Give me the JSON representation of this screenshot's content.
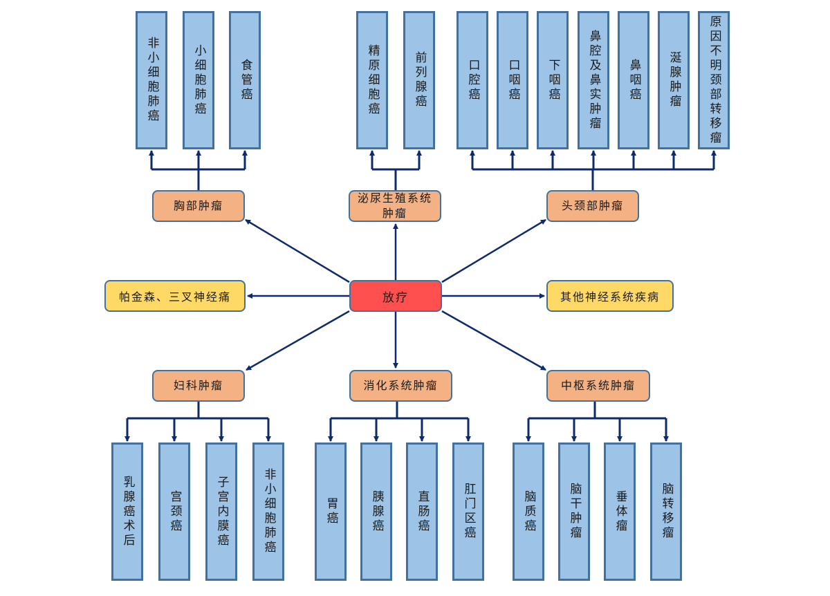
{
  "root": {
    "label": "放疗",
    "color": "#ff5050"
  },
  "colors": {
    "category": "#f4b183",
    "side": "#ffd966",
    "leaf": "#9dc3e6",
    "border": "#41719c",
    "connector": "#0d2a6b"
  },
  "side_nodes": [
    {
      "id": "left",
      "label": "帕金森、三叉神经痛"
    },
    {
      "id": "right",
      "label": "其他神经系统疾病"
    }
  ],
  "categories": [
    {
      "id": "thoracic",
      "label": "胸部肿瘤",
      "children": [
        "非小细胞肺癌",
        "小细胞肺癌",
        "食管癌"
      ]
    },
    {
      "id": "urogenital",
      "label": "泌尿生殖系统肿瘤",
      "children": [
        "精原细胞癌",
        "前列腺癌"
      ]
    },
    {
      "id": "head-neck",
      "label": "头颈部肿瘤",
      "children": [
        "口腔癌",
        "口咽癌",
        "下咽癌",
        "鼻腔及鼻实肿瘤",
        "鼻咽癌",
        "涎腺肿瘤",
        "原因不明颈部转移瘤"
      ]
    },
    {
      "id": "gynecologic",
      "label": "妇科肿瘤",
      "children": [
        "乳腺癌术后",
        "宫颈癌",
        "子宫内膜癌",
        "非小细胞肺癌"
      ]
    },
    {
      "id": "digestive",
      "label": "消化系统肿瘤",
      "children": [
        "胃癌",
        "胰腺癌",
        "直肠癌",
        "肛门区癌"
      ]
    },
    {
      "id": "cns",
      "label": "中枢系统肿瘤",
      "children": [
        "脑质癌",
        "脑干肿瘤",
        "垂体瘤",
        "脑转移瘤"
      ]
    }
  ]
}
